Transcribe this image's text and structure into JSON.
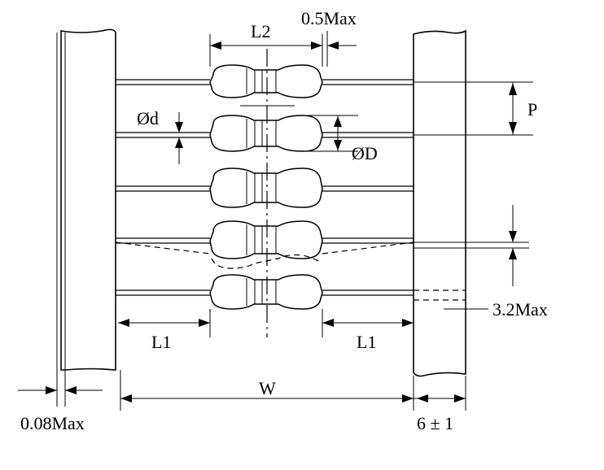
{
  "diagram": {
    "labels": {
      "l2": "L2",
      "half_max": "0.5Max",
      "p": "P",
      "phi_d": "Ød",
      "phi_D": "ØD",
      "l1_left": "L1",
      "l1_right": "L1",
      "three_two_max": "3.2Max",
      "w": "W",
      "zero_zero_eight_max": "0.08Max",
      "six_pm_one": "6 ± 1"
    }
  }
}
